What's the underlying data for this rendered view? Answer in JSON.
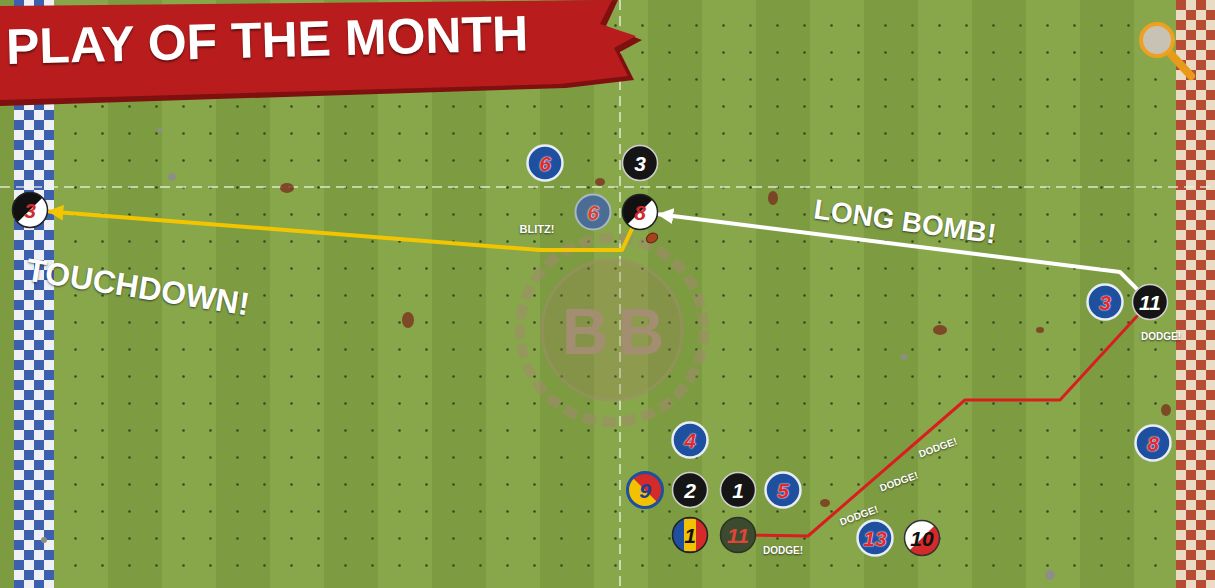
{
  "diagram": {
    "title": "PLAY OF THE MONTH",
    "nodes": [
      {
        "text": [
          "6"
        ]
      },
      {
        "text": [
          "3"
        ]
      },
      {
        "text": [
          "3"
        ]
      },
      {
        "text": [
          "6"
        ]
      },
      {
        "text": [
          "8"
        ]
      },
      {
        "text": [
          "3"
        ]
      },
      {
        "text": [
          "11"
        ]
      },
      {
        "text": [
          "4"
        ]
      },
      {
        "text": [
          "8"
        ]
      },
      {
        "text": [
          "9"
        ]
      },
      {
        "text": [
          "2"
        ]
      },
      {
        "text": [
          "1"
        ]
      },
      {
        "text": [
          "5"
        ]
      },
      {
        "text": [
          "1"
        ]
      },
      {
        "text": [
          "11"
        ]
      },
      {
        "text": [
          "13"
        ]
      },
      {
        "text": [
          "10"
        ]
      }
    ],
    "edges": [
      {
        "from": 6,
        "to": 4,
        "arrow": "to",
        "label": "LONG BOMB!"
      },
      {
        "from": 4,
        "to": 2,
        "arrow": "to"
      },
      {
        "from": 14,
        "to": 6,
        "arrow": "none"
      }
    ],
    "labels": [
      "TOUCHDOWN!",
      "BLITZ!",
      "DODGE!",
      "DODGE!",
      "DODGE!",
      "DODGE!",
      "DODGE!",
      "B",
      "B"
    ]
  }
}
